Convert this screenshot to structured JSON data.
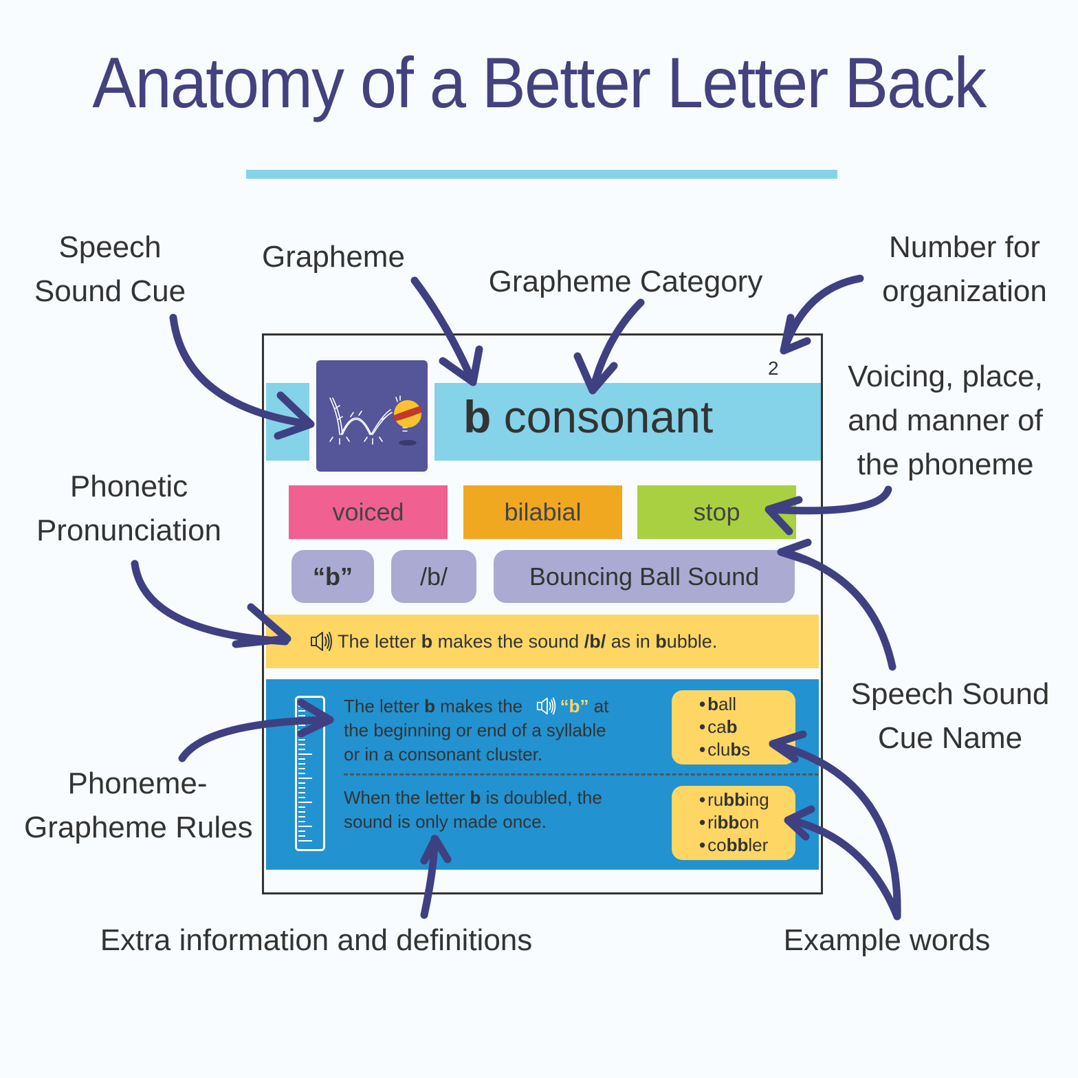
{
  "title": "Anatomy of a Better Letter Back",
  "annotations": {
    "speech_sound_cue": [
      "Speech",
      "Sound Cue"
    ],
    "grapheme": "Grapheme",
    "grapheme_category": "Grapheme Category",
    "number_for_organization": [
      "Number for",
      "organization"
    ],
    "voicing_place_manner": [
      "Voicing, place,",
      "and manner of",
      "the phoneme"
    ],
    "phonetic_pronunciation": [
      "Phonetic",
      "Pronunciation"
    ],
    "speech_sound_cue_name": [
      "Speech Sound",
      "Cue Name"
    ],
    "phoneme_grapheme_rules": [
      "Phoneme-",
      "Grapheme Rules"
    ],
    "extra_information": "Extra information and definitions",
    "example_words": "Example words"
  },
  "card": {
    "number": "2",
    "grapheme": "b",
    "category": "consonant",
    "cue_image": "bouncing-ball-illustration",
    "features": {
      "voicing": "voiced",
      "place": "bilabial",
      "manner": "stop"
    },
    "pronunciation": {
      "quoted": "“b”",
      "phoneme": "/b/",
      "cue_name": "Bouncing Ball Sound"
    },
    "sentence": {
      "icon": "speaker-icon",
      "part1": "The letter ",
      "letter": "b",
      "part2": " makes the sound ",
      "phoneme": "/b/",
      "part3": " as in ",
      "word_bold": "b",
      "word_rest": "ubble."
    },
    "rules": [
      {
        "lines": [
          {
            "pre": "The letter ",
            "bold": "b",
            "post": " makes the ",
            "icon": "speaker-icon",
            "highlight": "“b”",
            "end": " at"
          },
          "the beginning or end of a syllable",
          "or in a consonant cluster."
        ],
        "examples": [
          {
            "pre": "",
            "bold": "b",
            "post": "all"
          },
          {
            "pre": "ca",
            "bold": "b",
            "post": ""
          },
          {
            "pre": "clu",
            "bold": "b",
            "post": "s"
          }
        ]
      },
      {
        "lines": [
          {
            "pre": "When the letter ",
            "bold": "b",
            "post": " is doubled, the"
          },
          "sound is only made once."
        ],
        "examples": [
          {
            "pre": "ru",
            "bold": "bb",
            "post": "ing"
          },
          {
            "pre": "ri",
            "bold": "bb",
            "post": "on"
          },
          {
            "pre": "co",
            "bold": "bb",
            "post": "ler"
          }
        ]
      }
    ]
  },
  "colors": {
    "title": "#43427f",
    "arrow": "#3f4082",
    "divider": "#84d3e8",
    "grapheme_band": "#84d3e8",
    "cue_image_bg": "#555599",
    "voiced": "#f06090",
    "place": "#f0a820",
    "manner": "#a8d040",
    "pill": "#aaaad2",
    "pronunciation_band": "#fed664",
    "rules_band": "#2292d0",
    "example_box": "#fed664"
  }
}
